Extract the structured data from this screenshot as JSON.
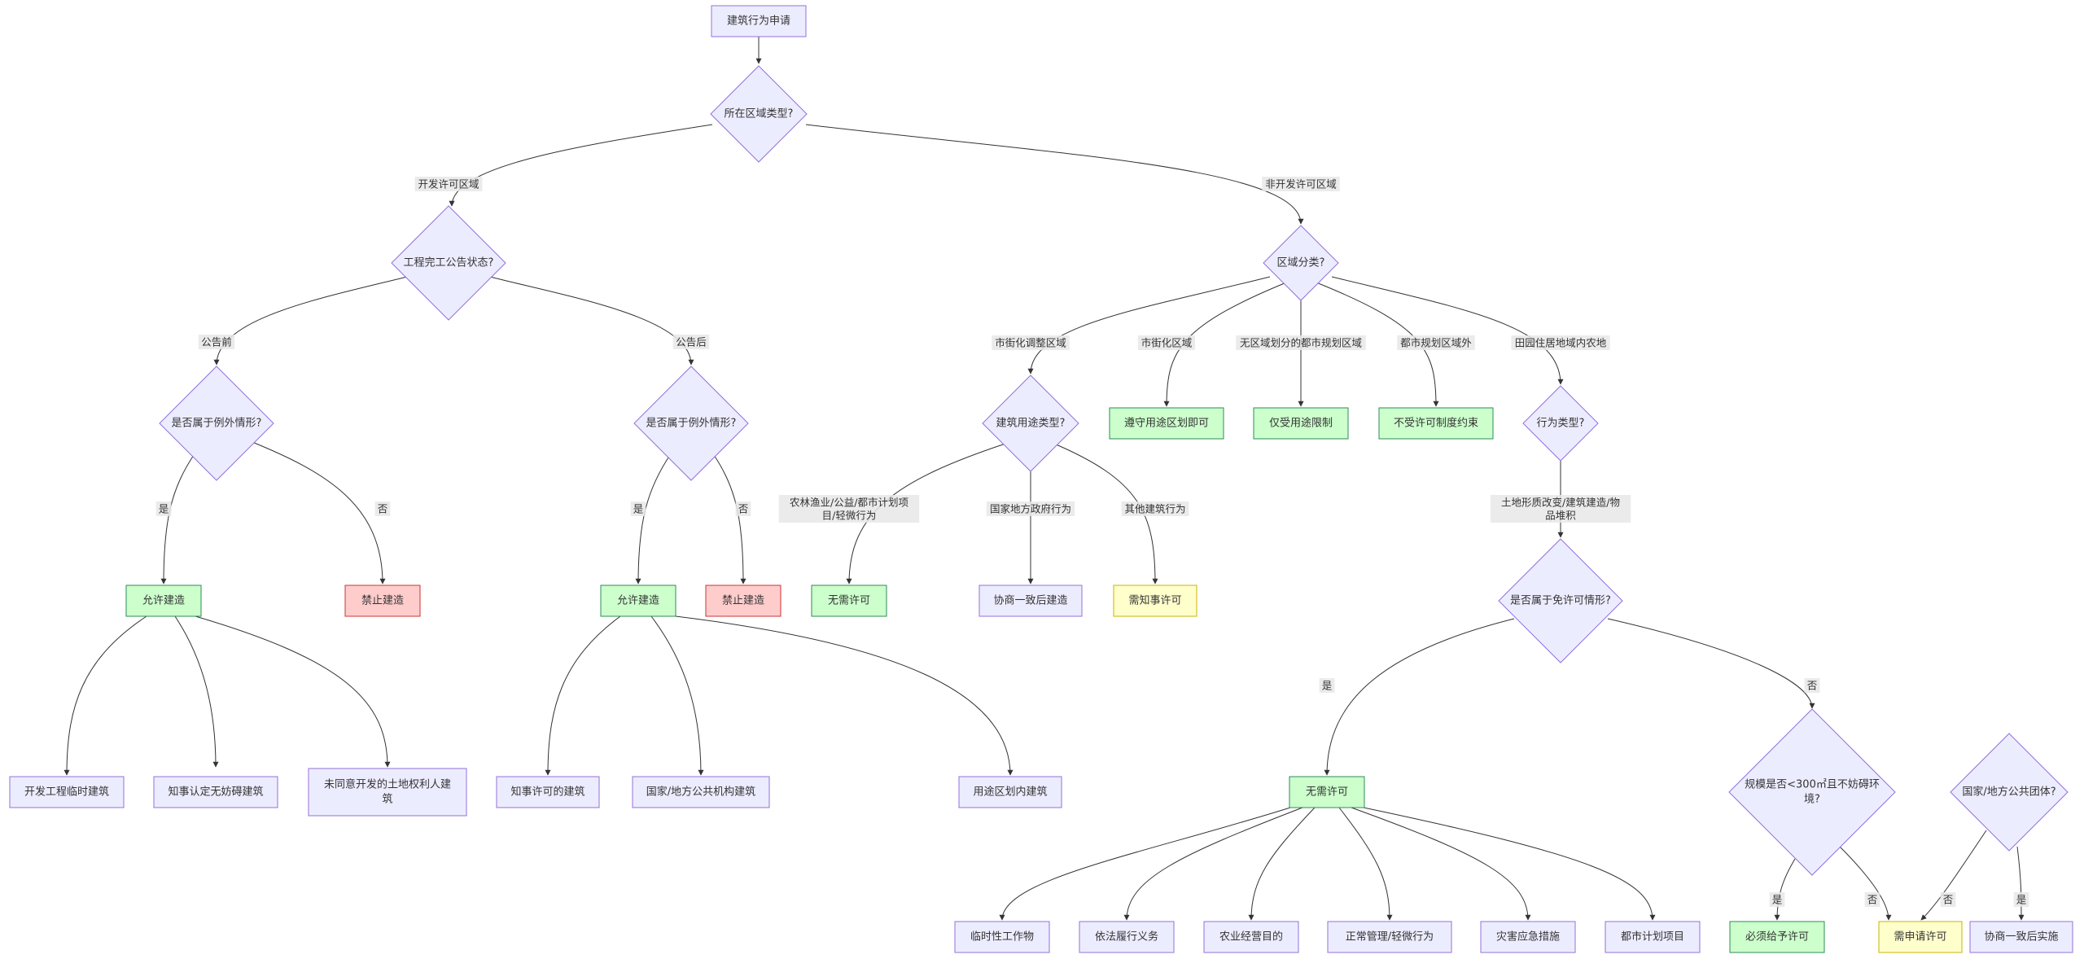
{
  "colors": {
    "default_fill": "#ececff",
    "default_stroke": "#9370db",
    "allow_fill": "#ccffcc",
    "allow_stroke": "#2e8b57",
    "deny_fill": "#ffcccc",
    "deny_stroke": "#cc3333",
    "permit_fill": "#ffffcc",
    "permit_stroke": "#c9b400",
    "edge": "#333333",
    "label_bg": "#e8e8e8"
  },
  "nodes": {
    "start": "建筑行为申请",
    "region_type": "所在区域类型?",
    "completion_status": "工程完工公告状态?",
    "exception_before": "是否属于例外情形?",
    "exception_after": "是否属于例外情形?",
    "allow_before": "允许建造",
    "deny_before": "禁止建造",
    "allow_after": "允许建造",
    "deny_after": "禁止建造",
    "temp_building": "开发工程临时建筑",
    "governor_recognized": "知事认定无妨碍建筑",
    "unconsented_owner": [
      "未同意开发的土地权利人建",
      "筑"
    ],
    "governor_permitted": "知事许可的建筑",
    "public_institution": "国家/地方公共机构建筑",
    "zone_building": "用途区划内建筑",
    "zone_classification": "区域分类?",
    "building_use_type": "建筑用途类型?",
    "comply_zoning": "遵守用途区划即可",
    "zoning_only": "仅受用途限制",
    "no_permit_system": "不受许可制度约束",
    "action_type": "行为类型?",
    "no_permit_needed_1": "无需许可",
    "consult_then_build": "协商一致后建造",
    "governor_permit_needed": "需知事许可",
    "exempt_case": "是否属于免许可情形?",
    "no_permit_needed_2": "无需许可",
    "scale_check": [
      "规模是否<300㎡且不妨碍环",
      "境?"
    ],
    "public_body": "国家/地方公共团体?",
    "temporary_structure": "临时性工作物",
    "legal_obligation": "依法履行义务",
    "agricultural": "农业经营目的",
    "normal_management": "正常管理/轻微行为",
    "disaster_emergency": "灾害应急措施",
    "city_plan_project": "都市计划项目",
    "must_grant": "必须给予许可",
    "apply_permit": "需申请许可",
    "consult_implement": "协商一致后实施"
  },
  "edge_labels": {
    "dev_permit_area": "开发许可区域",
    "non_dev_permit_area": "非开发许可区域",
    "before_notice": "公告前",
    "after_notice": "公告后",
    "yes_1": "是",
    "no_1": "否",
    "yes_2": "是",
    "no_2": "否",
    "urbanization_control": "市街化调整区域",
    "urbanized_area": "市街化区域",
    "unzoned_city_plan": "无区域划分的都市规划区域",
    "outside_city_plan": "都市规划区域外",
    "rural_farmland": "田园住居地域内农地",
    "agri_public_minor": [
      "农林渔业/公益/都市计划项",
      "目/轻微行为"
    ],
    "gov_action": "国家地方政府行为",
    "other_building": "其他建筑行为",
    "land_change": [
      "土地形质改变/建筑建造/物",
      "品堆积"
    ],
    "yes_3": "是",
    "no_3": "否",
    "yes_4": "是",
    "no_4": "否",
    "no_5": "否",
    "yes_5": "是"
  }
}
